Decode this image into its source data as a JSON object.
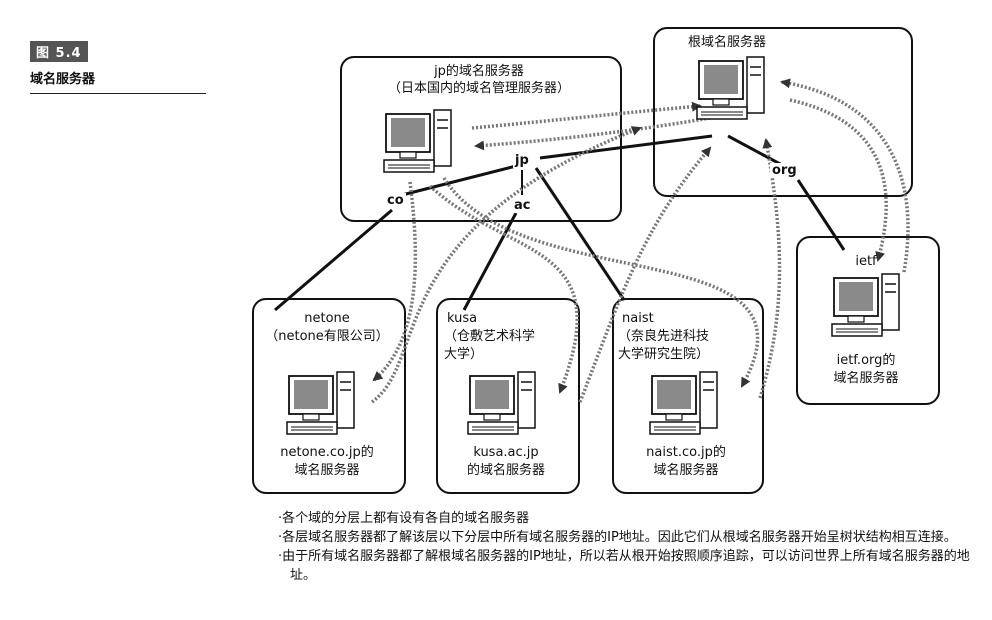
{
  "figure": {
    "number": "图 5.4",
    "title": "域名服务器"
  },
  "servers": {
    "jp": {
      "title": "jp的域名服务器",
      "subtitle": "（日本国内的域名管理服务器）"
    },
    "root": {
      "title": "根域名服务器"
    },
    "ietf": {
      "name": "ietf",
      "caption1": "ietf.org的",
      "caption2": "域名服务器"
    },
    "netone": {
      "name": "netone",
      "org": "（netone有限公司）",
      "caption1": "netone.co.jp的",
      "caption2": "域名服务器"
    },
    "kusa": {
      "name": "kusa",
      "org1": "（仓敷艺术科学",
      "org2": "大学）",
      "caption1": "kusa.ac.jp",
      "caption2": "的域名服务器"
    },
    "naist": {
      "name": "naist",
      "org1": "（奈良先进科技",
      "org2": "大学研究生院）",
      "caption1": "naist.co.jp的",
      "caption2": "域名服务器"
    }
  },
  "tree_labels": {
    "jp": "jp",
    "co": "co",
    "ac": "ac",
    "org": "org"
  },
  "notes": [
    "·各个域的分层上都有设有各自的域名服务器",
    "·各层域名服务器都了解该层以下分层中所有域名服务器的IP地址。因此它们从根域名服务器开始呈树状结构相互连接。",
    "·由于所有域名服务器都了解根域名服务器的IP地址，所以若从根开始按照顺序追踪，可以访问世界上所有域名服务器的地址。"
  ],
  "icon": "computer-icon"
}
